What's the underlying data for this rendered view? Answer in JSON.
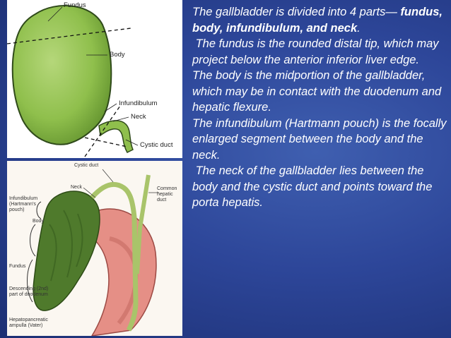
{
  "top_diagram": {
    "labels": {
      "fundus": "Fundus",
      "body": "Body",
      "infundibulum": "Infundibulum",
      "neck": "Neck",
      "cystic_duct": "Cystic duct"
    },
    "colors": {
      "gallbladder": "#8fbf4c",
      "outline": "#2f4a1a"
    }
  },
  "bottom_diagram": {
    "labels": {
      "cystic_duct": "Cystic duct",
      "neck": "Neck",
      "infundibulum": "Infundibulum (Hartmann's pouch)",
      "body": "Body",
      "fundus": "Fundus",
      "common_hepatic_duct": "Common hepatic duct",
      "duodenum": "Descending (2nd) part of duodenum",
      "ampulla": "Hepatopancreatic ampulla (Vater)"
    },
    "colors": {
      "gallbladder": "#4f7a2c",
      "duodenum": "#e58f86",
      "duct": "#a9c46a"
    }
  },
  "text": {
    "p1_intro": "The gallbladder is divided into 4 parts—",
    "p1_parts": "fundus, body, infundibulum, and neck",
    "p1_end": ".",
    "p2": " The fundus is the rounded distal tip, which may project below the anterior inferior liver edge.",
    "p3": "The body is the midportion of the gallbladder, which may be in contact with the duodenum and hepatic flexure.",
    "p4": "The infundibulum (Hartmann pouch) is the focally enlarged segment between the body and the neck.",
    "p5": " The neck of the gallbladder lies between the body and the cystic duct and points toward the porta hepatis."
  }
}
